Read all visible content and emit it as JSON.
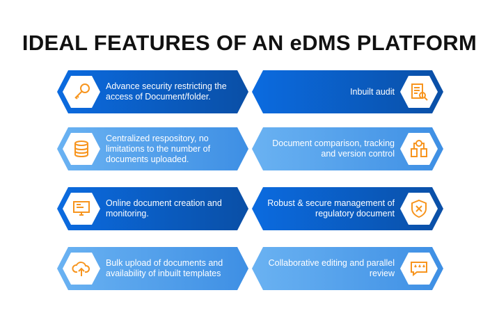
{
  "title": "IDEAL FEATURES OF AN eDMS PLATFORM",
  "colors": {
    "dark": "#0a5fd0",
    "light": "#5aa8f0",
    "icon": "#f7941d"
  },
  "features": [
    {
      "text": "Advance security restricting the access of Document/folder.",
      "icon": "key-icon"
    },
    {
      "text": "Inbuilt audit",
      "icon": "audit-checklist-icon"
    },
    {
      "text": "Centralized respository, no limitations to the number of documents uploaded.",
      "icon": "database-icon"
    },
    {
      "text": "Document comparison, tracking and version control",
      "icon": "version-control-icon"
    },
    {
      "text": "Online document creation and monitoring.",
      "icon": "monitor-icon"
    },
    {
      "text": "Robust & secure management of regulatory document",
      "icon": "shield-icon"
    },
    {
      "text": "Bulk upload of documents and availability of inbuilt templates",
      "icon": "cloud-upload-icon"
    },
    {
      "text": "Collaborative editing and parallel review",
      "icon": "review-stars-icon"
    }
  ]
}
